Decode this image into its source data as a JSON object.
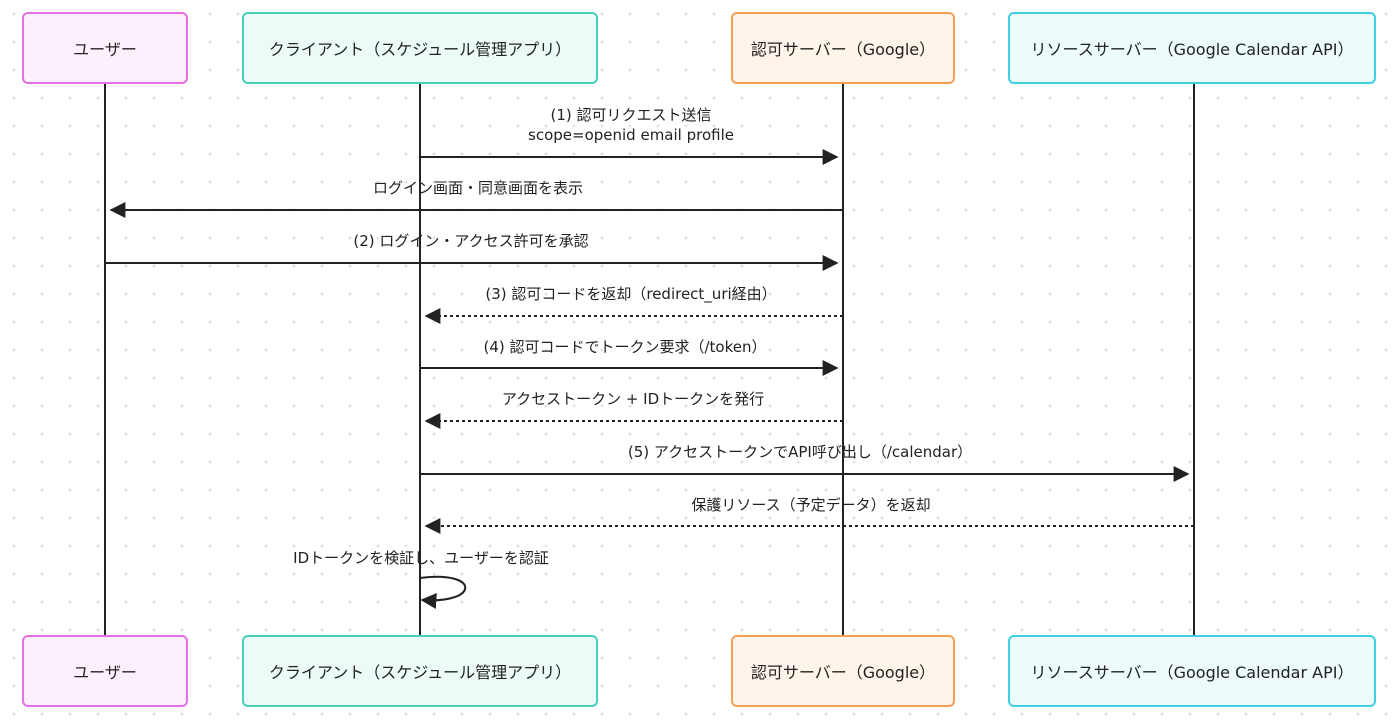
{
  "participants": {
    "user": "ユーザー",
    "client": "クライアント（スケジュール管理アプリ）",
    "auth_server": "認可サーバー（Google）",
    "resource_server": "リソースサーバー（Google Calendar API）"
  },
  "messages": [
    {
      "from": "client",
      "to": "auth_server",
      "style": "solid",
      "label": "(1) 認可リクエスト送信",
      "label2": "scope=openid email profile"
    },
    {
      "from": "auth_server",
      "to": "user",
      "style": "solid",
      "label": "ログイン画面・同意画面を表示"
    },
    {
      "from": "user",
      "to": "auth_server",
      "style": "solid",
      "label": "(2) ログイン・アクセス許可を承認"
    },
    {
      "from": "auth_server",
      "to": "client",
      "style": "dotted",
      "label": "(3) 認可コードを返却（redirect_uri経由）"
    },
    {
      "from": "client",
      "to": "auth_server",
      "style": "solid",
      "label": "(4) 認可コードでトークン要求（/token）"
    },
    {
      "from": "auth_server",
      "to": "client",
      "style": "dotted",
      "label": "アクセストークン + IDトークンを発行"
    },
    {
      "from": "client",
      "to": "resource_server",
      "style": "solid",
      "label": "(5) アクセストークンでAPI呼び出し（/calendar）"
    },
    {
      "from": "resource_server",
      "to": "client",
      "style": "dotted",
      "label": "保護リソース（予定データ）を返却"
    },
    {
      "from": "client",
      "to": "client",
      "style": "self",
      "label": "IDトークンを検証し、ユーザーを認証"
    }
  ]
}
